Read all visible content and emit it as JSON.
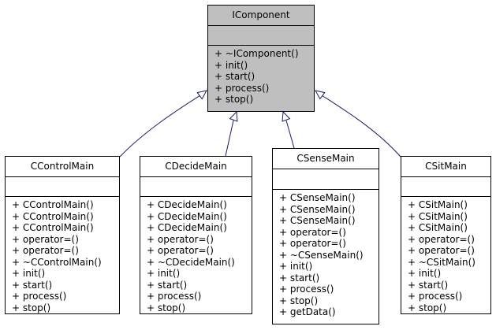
{
  "colors": {
    "edge": "#191970",
    "base_fill": "#bfbfbf",
    "box_border": "#000000"
  },
  "base": {
    "name": "IComponent",
    "methods": [
      "+ ~IComponent()",
      "+ init()",
      "+ start()",
      "+ process()",
      "+ stop()"
    ]
  },
  "classes": [
    {
      "name": "CControlMain",
      "methods": [
        "+ CControlMain()",
        "+ CControlMain()",
        "+ CControlMain()",
        "+ operator=()",
        "+ operator=()",
        "+ ~CControlMain()",
        "+ init()",
        "+ start()",
        "+ process()",
        "+ stop()"
      ]
    },
    {
      "name": "CDecideMain",
      "methods": [
        "+ CDecideMain()",
        "+ CDecideMain()",
        "+ CDecideMain()",
        "+ operator=()",
        "+ operator=()",
        "+ ~CDecideMain()",
        "+ init()",
        "+ start()",
        "+ process()",
        "+ stop()"
      ]
    },
    {
      "name": "CSenseMain",
      "methods": [
        "+ CSenseMain()",
        "+ CSenseMain()",
        "+ CSenseMain()",
        "+ operator=()",
        "+ operator=()",
        "+ ~CSenseMain()",
        "+ init()",
        "+ start()",
        "+ process()",
        "+ stop()",
        "+ getData()"
      ]
    },
    {
      "name": "CSitMain",
      "methods": [
        "+ CSitMain()",
        "+ CSitMain()",
        "+ CSitMain()",
        "+ operator=()",
        "+ operator=()",
        "+ ~CSitMain()",
        "+ init()",
        "+ start()",
        "+ process()",
        "+ stop()"
      ]
    }
  ]
}
